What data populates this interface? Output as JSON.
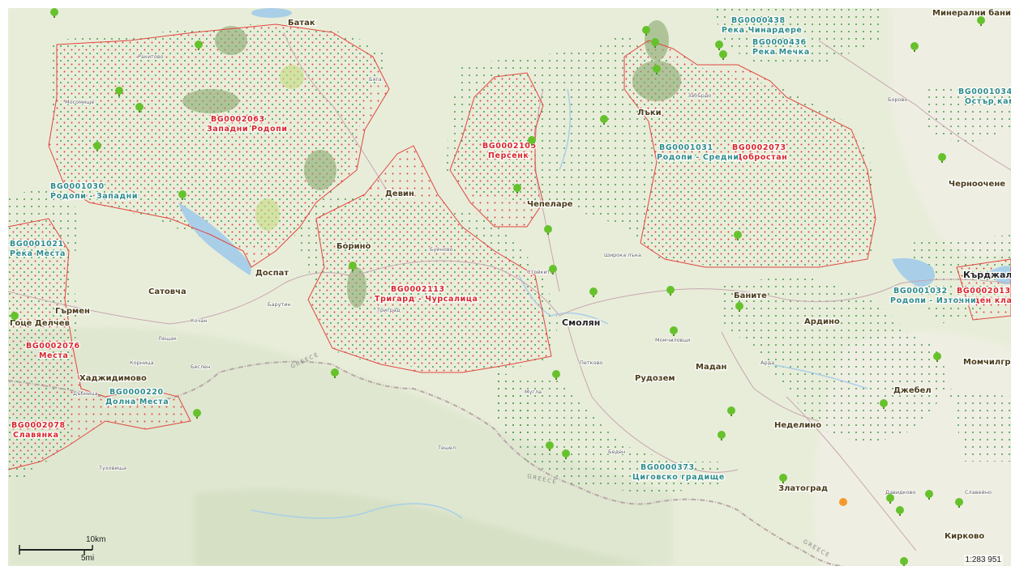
{
  "map": {
    "scale_metric": "10km",
    "scale_imperial": "5mi",
    "scale_ratio": "1:283 951"
  },
  "protected_zones": [
    {
      "code": "BG0002063",
      "name": "Западни Родопи",
      "color": "#d9262c"
    },
    {
      "code": "BG0002105",
      "name": "Персенк",
      "color": "#d9262c"
    },
    {
      "code": "BG0002073",
      "name": "Добростан",
      "color": "#d9262c"
    },
    {
      "code": "BG0002113",
      "name": "Тригард - Чурсалица",
      "color": "#d9262c"
    },
    {
      "code": "BG0002076",
      "name": "Места",
      "color": "#d9262c"
    },
    {
      "code": "BG0002078",
      "name": "Славянка",
      "color": "#d9262c"
    },
    {
      "code": "BG0002013",
      "name": "Студен кладенец",
      "color": "#d9262c"
    },
    {
      "code": "BG0001030",
      "name": "Родопи - Западни",
      "color": "#2f8c8c"
    },
    {
      "code": "BG0001031",
      "name": "Родопи - Средни",
      "color": "#2f8c8c"
    },
    {
      "code": "BG0001021",
      "name": "Река Места",
      "color": "#2f8c8c"
    },
    {
      "code": "BG0000220",
      "name": "Долна Места",
      "color": "#2f8c8c"
    },
    {
      "code": "BG0000438",
      "name": "Река Чинардере",
      "color": "#2f8c8c"
    },
    {
      "code": "BG0000436",
      "name": "Река Мечка",
      "color": "#2f8c8c"
    },
    {
      "code": "BG0001034",
      "name": "Остър камък",
      "color": "#2f8c8c"
    },
    {
      "code": "BG0001032",
      "name": "Родопи - Източни",
      "color": "#2f8c8c"
    },
    {
      "code": "BG0000373",
      "name": "Циговско градище",
      "color": "#2f8c8c"
    }
  ],
  "towns": [
    "Батак",
    "Девин",
    "Доспат",
    "Борино",
    "Смолян",
    "Чепеларе",
    "Лъки",
    "Сатовча",
    "Гърмен",
    "Гоце Делчев",
    "Хаджидимово",
    "Баните",
    "Ардино",
    "Кърджали",
    "Рудозем",
    "Мадан",
    "Неделино",
    "Златоград",
    "Джебел",
    "Момчилград",
    "Минерални бани",
    "Черноочене",
    "Кирково"
  ],
  "villages": [
    "Ракитово",
    "Бяга",
    "Триград",
    "Буйново",
    "Стойките",
    "Широка лъка",
    "Петково",
    "Момчиловци",
    "Арда",
    "Беден",
    "Забърдо",
    "Мугла",
    "Борово",
    "Тешел",
    "Давидково",
    "Славейно",
    "Барутин",
    "Кочан",
    "Туховища",
    "Лещак",
    "Беслен",
    "Корница",
    "Дъбница",
    "Мосомище"
  ],
  "country_label": "GREECE",
  "colors": {
    "sac_hatch": "#2a8c3a",
    "spa_hatch": "#e03a3a",
    "boundary": "#e2453f",
    "water": "#a9cfe8",
    "road": "#c7a6b0",
    "marker": "#66c22c",
    "marker_alert": "#f49a2b"
  }
}
